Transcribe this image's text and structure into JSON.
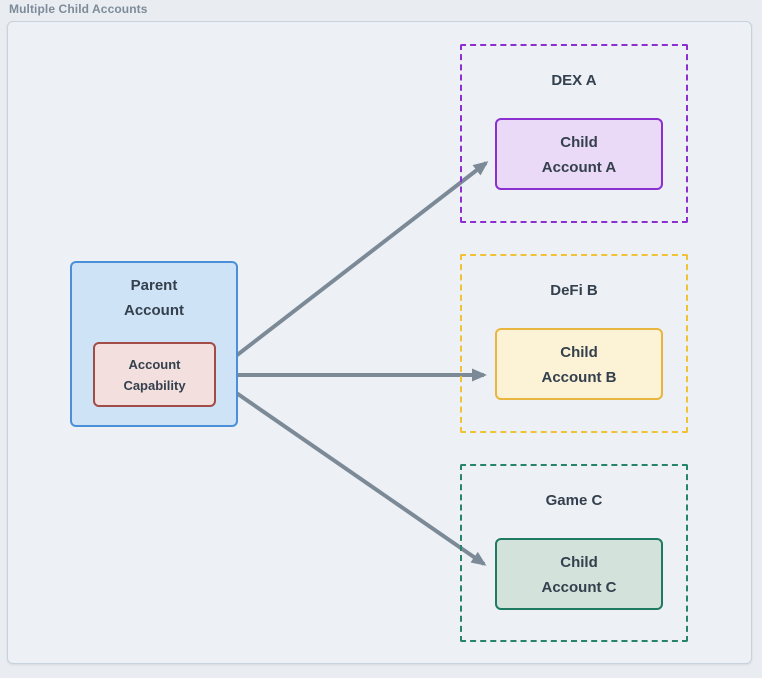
{
  "title": "Multiple Child Accounts",
  "diagram": {
    "parent": {
      "label_line1": "Parent",
      "label_line2": "Account",
      "capability_line1": "Account",
      "capability_line2": "Capability"
    },
    "groups": [
      {
        "label": "DEX A",
        "node_line1": "Child",
        "node_line2": "Account A",
        "accent": "#8b2fd0",
        "fill": "#ead9f7"
      },
      {
        "label": "DeFi B",
        "node_line1": "Child",
        "node_line2": "Account B",
        "accent": "#e8b63f",
        "fill": "#fcf2d5"
      },
      {
        "label": "Game C",
        "node_line1": "Child",
        "node_line2": "Account C",
        "accent": "#1e7a63",
        "fill": "#d3e2db"
      }
    ],
    "colors": {
      "parent_fill": "#cfe3f6",
      "parent_border": "#4a90d9",
      "capability_fill": "#f3e0de",
      "capability_border": "#a14c46",
      "group_a_dash": "#8b2fd0",
      "group_b_dash": "#f0c235",
      "group_c_dash": "#27836c",
      "arrow": "#7c8a97",
      "text": "#34404d",
      "title_text": "#7e8b99",
      "canvas_fill": "#edf1f5",
      "canvas_border": "#c7d2dc"
    }
  }
}
